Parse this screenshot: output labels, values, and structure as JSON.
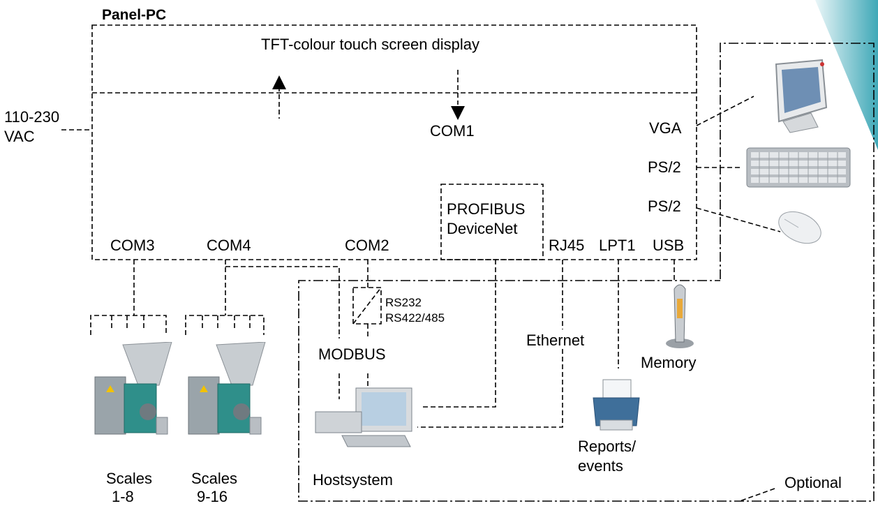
{
  "title": "Panel-PC",
  "display_label": "TFT-colour touch screen display",
  "power": {
    "line1": "110-230",
    "line2": "VAC"
  },
  "ports": {
    "com1": "COM1",
    "com2": "COM2",
    "com3": "COM3",
    "com4": "COM4",
    "vga": "VGA",
    "ps2_keyboard": "PS/2",
    "ps2_mouse": "PS/2",
    "rj45": "RJ45",
    "lpt1": "LPT1",
    "usb": "USB"
  },
  "fieldbus": {
    "line1": "PROFIBUS",
    "line2": "DeviceNet"
  },
  "converter": {
    "line1": "RS232",
    "line2": "RS422/485"
  },
  "protocols": {
    "modbus": "MODBUS",
    "ethernet": "Ethernet"
  },
  "devices": {
    "memory": "Memory",
    "reports": {
      "line1": "Reports/",
      "line2": "events"
    },
    "hostsystem": "Hostsystem",
    "scales_a": {
      "line1": "Scales",
      "line2": "1-8"
    },
    "scales_b": {
      "line1": "Scales",
      "line2": "9-16"
    }
  },
  "optional_label": "Optional",
  "icons": [
    "monitor-icon",
    "keyboard-icon",
    "mouse-icon",
    "usb-stick-icon",
    "printer-icon",
    "host-computer-icon",
    "scale-feeder-icon"
  ],
  "colors": {
    "corner_accent": "#3fa8b7",
    "feeder_body": "#2f8f8a",
    "feeder_panel": "#9aa4aa"
  }
}
